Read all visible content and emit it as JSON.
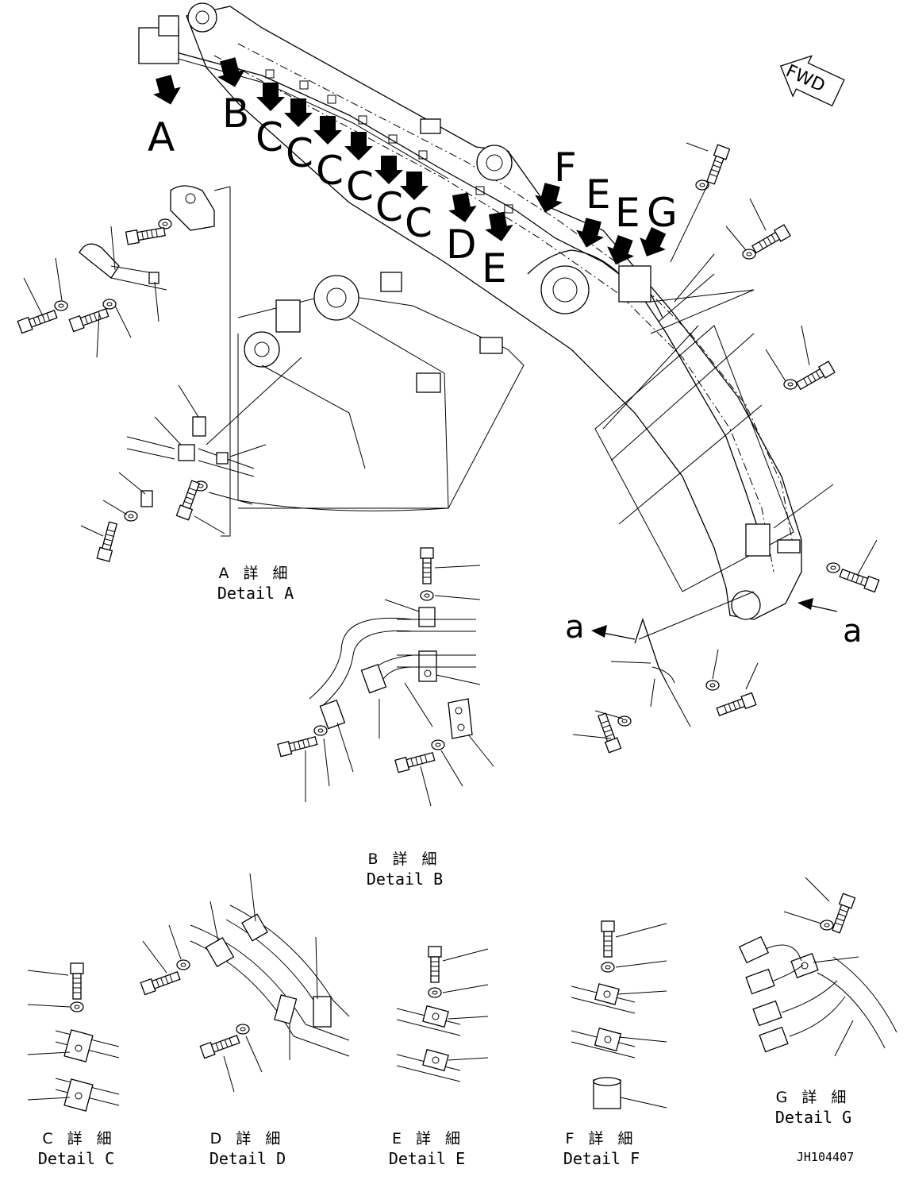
{
  "drawing_code": "JH104407",
  "direction_label": "FWD",
  "callouts": {
    "A": "A",
    "B": "B",
    "C1": "C",
    "C2": "C",
    "C3": "C",
    "C4": "C",
    "C5": "C",
    "C6": "C",
    "D": "D",
    "E1": "E",
    "E2": "E",
    "E3": "E",
    "F": "F",
    "G": "G"
  },
  "section_arrow_label": "a",
  "details": {
    "A": {
      "jp": "A 詳 細",
      "en": "Detail A"
    },
    "B": {
      "jp": "B 詳 細",
      "en": "Detail B"
    },
    "C": {
      "jp": "C 詳 細",
      "en": "Detail C"
    },
    "D": {
      "jp": "D 詳 細",
      "en": "Detail D"
    },
    "E": {
      "jp": "E 詳 細",
      "en": "Detail E"
    },
    "F": {
      "jp": "F 詳 細",
      "en": "Detail F"
    },
    "G": {
      "jp": "G 詳 細",
      "en": "Detail G"
    }
  }
}
